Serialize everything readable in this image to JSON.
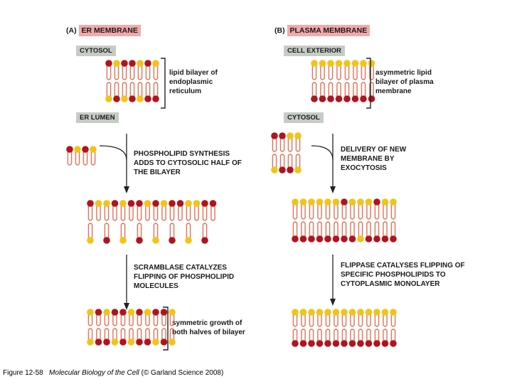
{
  "panel_a": {
    "letter": "(A)",
    "title": "ER MEMBRANE",
    "top_label": "CYTOSOL",
    "bottom_label": "ER LUMEN",
    "bilayer_desc": "lipid bilayer of endoplasmic reticulum",
    "step1": "PHOSPHOLIPID SYNTHESIS ADDS TO CYTOSOLIC HALF OF THE BILAYER",
    "step2": "SCRAMBLASE CATALYZES FLIPPING OF PHOSPHOLIPID MOLECULES",
    "result_desc": "symmetric growth of both halves of bilayer"
  },
  "panel_b": {
    "letter": "(B)",
    "title": "PLASMA MEMBRANE",
    "top_label": "CELL EXTERIOR",
    "bottom_label": "CYTOSOL",
    "bilayer_desc": "asymmetric lipid bilayer of plasma membrane",
    "step1": "DELIVERY OF NEW MEMBRANE BY EXOCYTOSIS",
    "step2": "FLIPPASE CATALYSES FLIPPING OF SPECIFIC PHOSPHOLIPIDS TO CYTOPLASMIC MONOLAYER"
  },
  "caption": {
    "prefix": "Figure 12-58",
    "book": "Molecular Biology of the Cell",
    "suffix": "(© Garland Science 2008)"
  },
  "colors": {
    "red_head": "#b0141e",
    "yellow_head": "#f2c414",
    "tail": "#e0735a",
    "label_bg": "#c5ccc5",
    "title_bg": "#f2a9a9"
  }
}
